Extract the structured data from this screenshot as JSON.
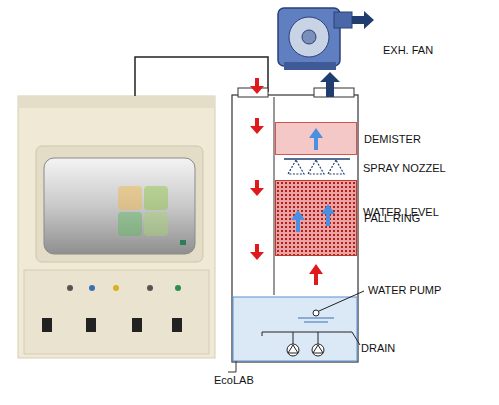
{
  "diagram": {
    "nodes": [
      {
        "text": [
          "DEMISTER"
        ]
      },
      {
        "text": [
          "PALL RING"
        ]
      }
    ],
    "labels": [
      "EXH. FAN",
      "SPRAY NOZZEL",
      "WATER LEVEL",
      "WATER PUMP",
      "DRAIN",
      "EcoLAB"
    ]
  }
}
